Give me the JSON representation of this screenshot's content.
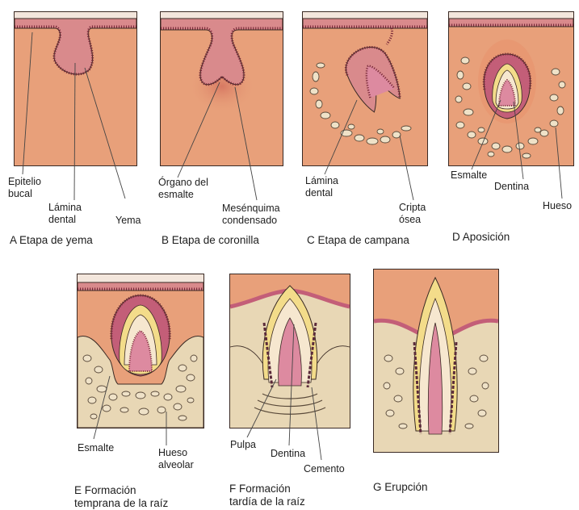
{
  "figure": {
    "panels": [
      {
        "id": "A",
        "caption": "A Etapa de yema",
        "labels": [
          "Epitelio\nbucal",
          "Lámina\ndental",
          "Yema"
        ]
      },
      {
        "id": "B",
        "caption": "B Etapa de coronilla",
        "labels": [
          "Órgano del\nesmalte",
          "Mesénquima\ncondensado"
        ]
      },
      {
        "id": "C",
        "caption": "C Etapa de campana",
        "labels": [
          "Lámina\ndental",
          "Cripta\nósea"
        ]
      },
      {
        "id": "D",
        "caption": "D Aposición",
        "labels": [
          "Esmalte",
          "Dentina",
          "Hueso"
        ]
      },
      {
        "id": "E",
        "caption": "E Formación\ntemprana de la raíz",
        "labels": [
          "Esmalte",
          "Hueso\nalveolar"
        ]
      },
      {
        "id": "F",
        "caption": "F Formación\ntardía de la raíz",
        "labels": [
          "Pulpa",
          "Dentina",
          "Cemento"
        ]
      },
      {
        "id": "G",
        "caption": "G Erupción",
        "labels": []
      }
    ],
    "colors": {
      "tissue": "#e8a07a",
      "epithelium": "#d98a8c",
      "cells": "#7a2a3a",
      "enamel": "#f3dc8a",
      "dentin": "#f6e7cf",
      "pulp": "#dd8aa0",
      "bone": "#e8d7b5",
      "outline": "#3a2a24"
    }
  }
}
